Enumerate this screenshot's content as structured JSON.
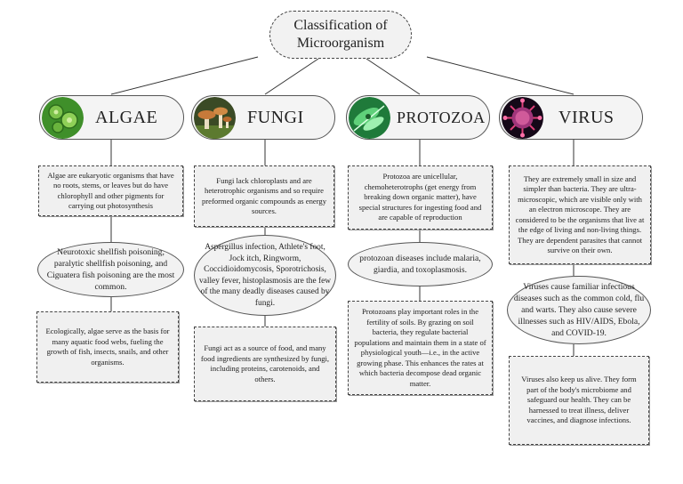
{
  "title": "Classification of Microorganism",
  "categories": [
    {
      "name": "ALGAE",
      "description": "Algae are eukaryotic organisms that have no roots, stems, or leaves but do have chlorophyll and other pigments for carrying out photosynthesis",
      "diseases": "Neurotoxic shellfish poisoning, paralytic shellfish poisoning, and Ciguatera fish poisoning are the most common.",
      "benefits": "Ecologically, algae serve as the basis for many aquatic food webs, fueling the growth of fish, insects, snails, and other organisms."
    },
    {
      "name": "FUNGI",
      "description": "Fungi lack chloroplasts and are heterotrophic organisms and so require preformed organic compounds as energy sources.",
      "diseases": "Aspergillus infection, Athlete's foot, Jock itch, Ringworm, Coccidioidomycosis, Sporotrichosis, valley fever, histoplasmosis are the few of the many deadly diseases caused by fungi.",
      "benefits": "Fungi act as a source of food, and many food ingredients are synthesized by fungi, including proteins, carotenoids, and others."
    },
    {
      "name": "PROTOZOA",
      "description": "Protozoa are unicellular, chemoheterotrophs (get energy from breaking down organic matter), have special structures for ingesting food and are capable of reproduction",
      "diseases": "protozoan diseases include malaria, giardia, and toxoplasmosis.",
      "benefits": "Protozoans play important roles in the fertility of soils. By grazing on soil bacteria, they regulate bacterial populations and maintain them in a state of physiological youth—i.e., in the active growing phase. This enhances the rates at which bacteria decompose dead organic matter."
    },
    {
      "name": "VIRUS",
      "description": "They are extremely small in size and simpler than bacteria. They are ultra-microscopic, which are visible only with an electron microscope. They are considered to be the organisms that live at the edge of living and non-living things. They are dependent parasites that cannot survive on their own.",
      "diseases": "Viruses cause familiar infectious diseases such as the common cold, flu and warts. They also cause severe illnesses such as HIV/AIDS, Ebola, and COVID-19.",
      "benefits": "Viruses also keep us alive. They form part of the body's microbiome and safeguard our health. They can be harnessed to treat illness, deliver vaccines, and diagnose infections."
    }
  ],
  "icons": [
    "algae-image",
    "fungi-image",
    "protozoa-image",
    "virus-image"
  ]
}
